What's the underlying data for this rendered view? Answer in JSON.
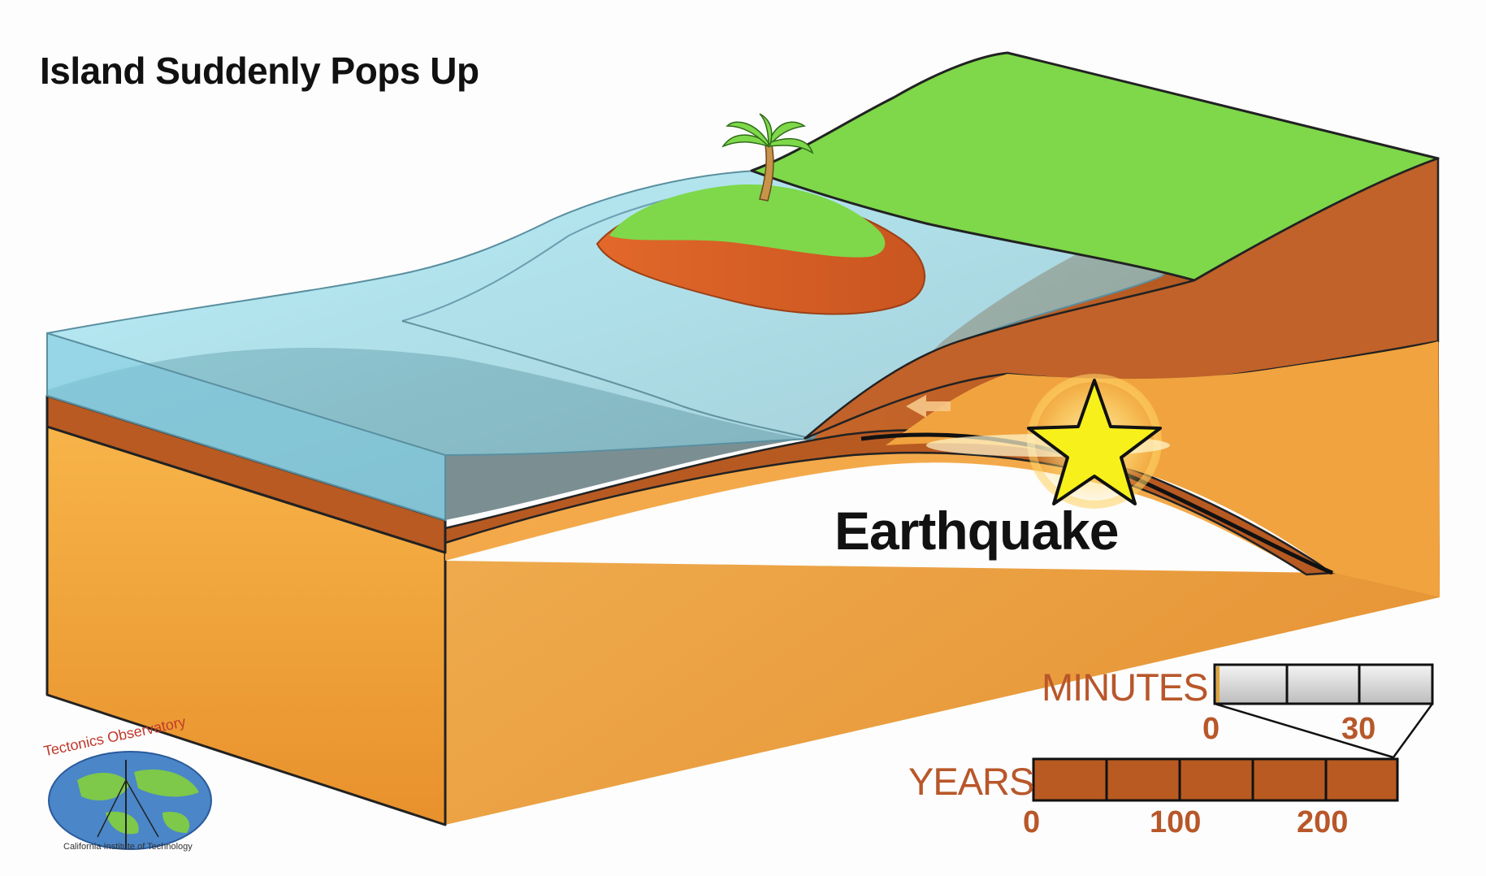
{
  "title": "Island Suddenly Pops Up",
  "event_label": "Earthquake",
  "timescale": {
    "minutes": {
      "label": "MINUTES",
      "ticks": [
        "0",
        "30"
      ],
      "progress": 0.01
    },
    "years": {
      "label": "YEARS",
      "ticks": [
        "0",
        "100",
        "200"
      ]
    }
  },
  "logo": {
    "name": "Tectonics Observatory",
    "institution": "California Institute of Technology"
  },
  "colors": {
    "water": "#8fe3f2",
    "land": "#7ed84a",
    "crust": "#b85a22",
    "mantle": "#f2a33a",
    "scale_accent": "#b8572a"
  }
}
